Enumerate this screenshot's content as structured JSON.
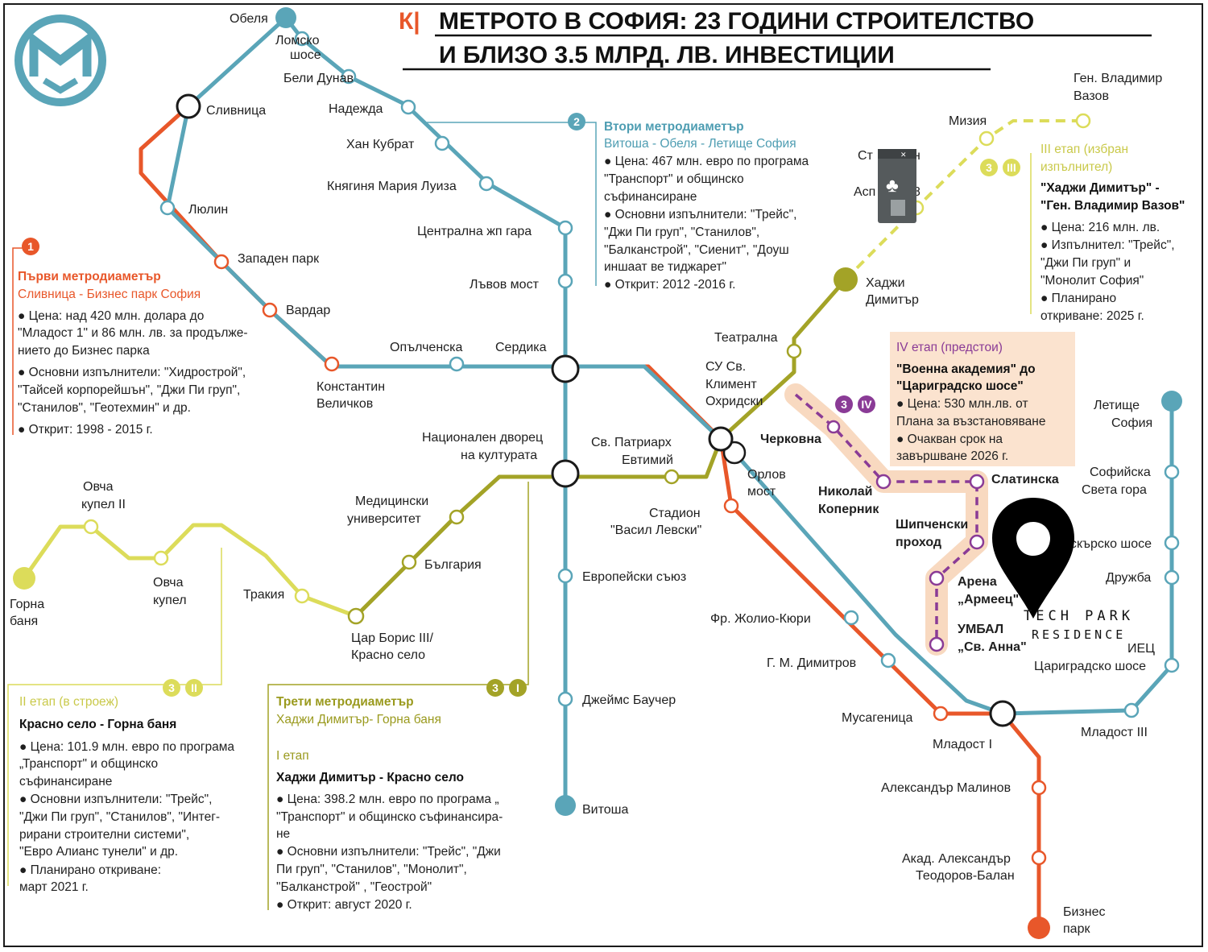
{
  "colors": {
    "red": "#e8572a",
    "blue": "#5aa5b8",
    "olive": "#a3a327",
    "yellow": "#dcdc5a",
    "purple": "#8a3b96",
    "highlight": "#f8d9c0"
  },
  "logo": {
    "icon": "sofia-metro-logo-icon"
  },
  "title": {
    "prefix": "К|",
    "line1": "МЕТРОТО В СОФИЯ: 23 ГОДИНИ СТРОИТЕЛСТВО",
    "line2": "И БЛИЗО 3.5 МЛРД. ЛВ. ИНВЕСТИЦИИ"
  },
  "marker": {
    "icon": "location-pin-icon",
    "brand_line1": "TECH PARK",
    "brand_line2": "RESIDENCE"
  },
  "popup": {
    "icon": "spade-icon"
  },
  "stations": {
    "obelia": "Обеля",
    "lomsko1": "Ломско",
    "lomsko2": "шосе",
    "beli_dunav": "Бели Дунав",
    "nadezhda": "Надежда",
    "han_kubrat": "Хан Кубрат",
    "kn_maria": "Княгиня Мария Луиза",
    "tsentralna": "Централна жп гара",
    "lavov": "Лъвов мост",
    "slivnitsa": "Сливница",
    "lyulin": "Люлин",
    "zapaden": "Западен парк",
    "vardar": "Вардар",
    "konst1": "Константин",
    "konst2": "Величков",
    "opalchenska": "Опълченска",
    "serdika": "Сердика",
    "teatralna": "Театрална",
    "hadzhi1": "Хаджи",
    "hadzhi2": "Димитър",
    "su1": "СУ Св.",
    "su2": "Климент",
    "su3": "Охридски",
    "cherkovna": "Черковна",
    "orlov1": "Орлов",
    "orlov2": "мост",
    "ndk1": "Национален дворец",
    "ndk2": "на културата",
    "patriarh1": "Св. Патриарх",
    "patriarh2": "Евтимий",
    "stadion1": "Стадион",
    "stadion2": "\"Васил Левски\"",
    "med1": "Медицински",
    "med2": "университет",
    "bulgaria": "България",
    "ovcha2_1": "Овча",
    "ovcha2_2": "купел II",
    "ovcha1": "Овча",
    "ovcha2": "купел",
    "trakia": "Тракия",
    "gorna1": "Горна",
    "gorna2": "баня",
    "tsar1": "Цар Борис III/",
    "tsar2": "Красно село",
    "evropeiski": "Европейски съюз",
    "dzheims": "Джеймс Баучер",
    "vitosha": "Витоша",
    "zholio": "Фр. Жолио-Кюри",
    "gm": "Г. М. Димитров",
    "musagenitsa": "Мусагеница",
    "mladost1": "Младост I",
    "al_malinov": "Александър Малинов",
    "akad1": "Акад. Александър",
    "akad2": "Теодоров-Балан",
    "biznes1": "Бизнес",
    "biznes2": "парк",
    "mladost3": "Младост III",
    "letishte1": "Летище",
    "letishte2": "София",
    "sofiyska1": "Софийска",
    "sofiyska2": "Света гора",
    "iskarsko": "скърско шосе",
    "druzhba": "Дружба",
    "iets": "ИЕЦ",
    "tsarigradsko": "Цариградско шосе",
    "nikolai1": "Николай",
    "nikolai2": "Коперник",
    "slatinska": "Слатинска",
    "shipchenski1": "Шипченски",
    "shipchenski2": "проход",
    "arena1": "Арена",
    "arena2": "„Армеец\"",
    "umbal1": "УМБАЛ",
    "umbal2": "„Св. Анна\"",
    "miziya": "Мизия",
    "gen_vazov1": "Ген. Владимир",
    "gen_vazov2": "Вазов",
    "st_partial": "Ст",
    "asp_partial": "Асп",
    "st_partial2": "н",
    "asp_partial2": "8"
  },
  "badges": {
    "line1": "1",
    "line2": "2",
    "line3": "3",
    "stage1": "I",
    "stage2": "II",
    "stage3": "III",
    "stage4": "IV"
  },
  "info_line1": {
    "heading": "Първи метродиаметър",
    "route": "Сливница - Бизнес парк София",
    "lines": [
      "● Цена: над 420 млн. долара до",
      "\"Младост 1\" и 86 млн. лв. за продълже-",
      "нието до Бизнес парка",
      "● Основни изпълнители: \"Хидрострой\",",
      "\"Тайсей корпорейшън\", \"Джи Пи груп\",",
      "\"Станилов\", \"Геотехмин\" и др.",
      "● Открит: 1998 - 2015 г."
    ]
  },
  "info_line2": {
    "heading": "Втори метродиаметър",
    "route": "Витоша - Обеля - Летище София",
    "lines": [
      "● Цена: 467 млн. евро по програма",
      "\"Транспорт\" и общинско",
      "съфинансиране",
      "● Основни изпълнители: \"Трейс\",",
      "\"Джи Пи груп\", \"Станилов\",",
      "\"Балканстрой\", \"Сиенит\", \"Доуш",
      "иншаат ве тиджарет\"",
      "● Открит: 2012 -2016 г."
    ]
  },
  "info_stage3": {
    "heading1": "III етап (избран",
    "heading2": "изпълнител)",
    "bold1": "\"Хаджи Димитър\" -",
    "bold2": "\"Ген. Владимир Вазов\"",
    "lines": [
      "● Цена: 216 млн. лв.",
      "● Изпълнител: \"Трейс\",",
      "\"Джи Пи груп\" и",
      "\"Монолит София\"",
      "● Планирано",
      "откриване: 2025 г."
    ]
  },
  "info_stage4": {
    "heading": "IV етап (предстои)",
    "bold1": "\"Военна академия\" до",
    "bold2": "\"Цариградско шосе\"",
    "lines": [
      "● Цена: 530 млн.лв. от",
      "Плана за възстановяване",
      "● Очакван срок на",
      "завършване 2026 г."
    ]
  },
  "info_stage2": {
    "heading": "II етап (в строеж)",
    "bold": "Красно село - Горна баня",
    "lines": [
      "● Цена: 101.9 млн. евро по програма",
      "„Транспорт\" и общинско",
      "съфинансиране",
      "● Основни изпълнители: \"Трейс\",",
      "\"Джи Пи груп\", \"Станилов\", \"Интег-",
      "рирани строителни системи\",",
      "\"Евро Алианс тунели\" и др.",
      "● Планирано откриване:",
      "март 2021 г."
    ]
  },
  "info_line3": {
    "heading": "Трети метродиаметър",
    "route": "Хаджи Димитър- Горна баня",
    "stage": "I етап",
    "bold": "Хаджи Димитър - Красно село",
    "lines": [
      "● Цена: 398.2 млн. евро по програма „",
      "\"Транспорт\" и общинско съфинансира-",
      "не",
      "● Основни изпълнители: \"Трейс\", \"Джи",
      "Пи груп\", \"Станилов\", \"Монолит\",",
      "\"Балканстрой\" , \"Геострой\"",
      "● Открит: август 2020 г."
    ]
  }
}
